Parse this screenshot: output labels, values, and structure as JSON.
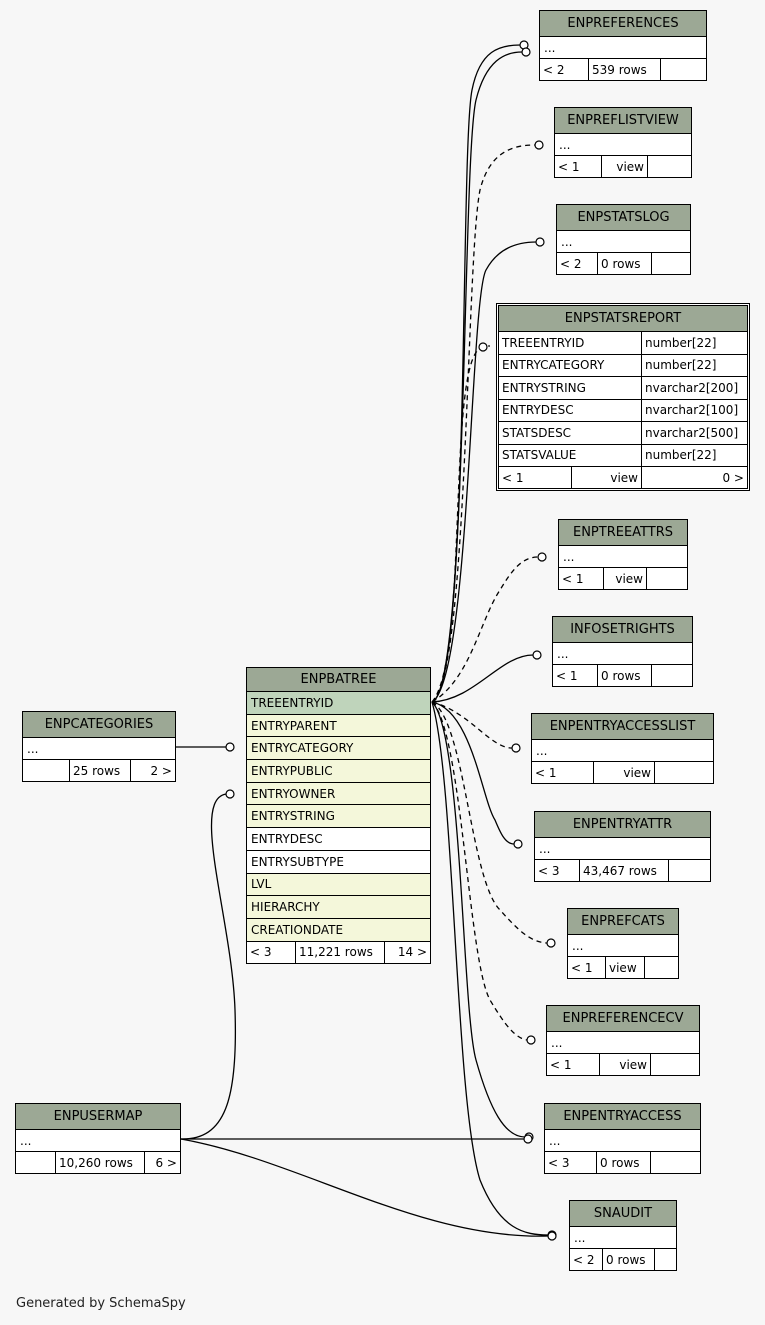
{
  "tables": {
    "enpreferences": {
      "name": "ENPREFERENCES",
      "placeholder": "...",
      "footer": [
        "< 2",
        "539 rows",
        ""
      ]
    },
    "enpreflistview": {
      "name": "ENPREFLISTVIEW",
      "placeholder": "...",
      "footer": [
        "< 1",
        "view",
        ""
      ]
    },
    "enpstatslog": {
      "name": "ENPSTATSLOG",
      "placeholder": "...",
      "footer": [
        "< 2",
        "0 rows",
        ""
      ]
    },
    "enpstatsreport": {
      "name": "ENPSTATSREPORT",
      "columns": [
        {
          "name": "TREEENTRYID",
          "type": "number[22]"
        },
        {
          "name": "ENTRYCATEGORY",
          "type": "number[22]"
        },
        {
          "name": "ENTRYSTRING",
          "type": "nvarchar2[200]"
        },
        {
          "name": "ENTRYDESC",
          "type": "nvarchar2[100]"
        },
        {
          "name": "STATSDESC",
          "type": "nvarchar2[500]"
        },
        {
          "name": "STATSVALUE",
          "type": "number[22]"
        }
      ],
      "footer": [
        "< 1",
        "view",
        "0 >"
      ]
    },
    "enptreeattrs": {
      "name": "ENPTREEATTRS",
      "placeholder": "...",
      "footer": [
        "< 1",
        "view",
        ""
      ]
    },
    "infosetrights": {
      "name": "INFOSETRIGHTS",
      "placeholder": "...",
      "footer": [
        "< 1",
        "0 rows",
        ""
      ]
    },
    "enpentryaccesslist": {
      "name": "ENPENTRYACCESSLIST",
      "placeholder": "...",
      "footer": [
        "< 1",
        "view",
        ""
      ]
    },
    "enpentryattr": {
      "name": "ENPENTRYATTR",
      "placeholder": "...",
      "footer": [
        "< 3",
        "43,467 rows",
        ""
      ]
    },
    "enprefcats": {
      "name": "ENPREFCATS",
      "placeholder": "...",
      "footer": [
        "< 1",
        "view",
        ""
      ]
    },
    "enpreferencecv": {
      "name": "ENPREFERENCECV",
      "placeholder": "...",
      "footer": [
        "< 1",
        "view",
        ""
      ]
    },
    "enpentryaccess": {
      "name": "ENPENTRYACCESS",
      "placeholder": "...",
      "footer": [
        "< 3",
        "0 rows",
        ""
      ]
    },
    "snaudit": {
      "name": "SNAUDIT",
      "placeholder": "...",
      "footer": [
        "< 2",
        "0 rows",
        ""
      ]
    },
    "enpbatree": {
      "name": "ENPBATREE",
      "columns": [
        "TREEENTRYID",
        "ENTRYPARENT",
        "ENTRYCATEGORY",
        "ENTRYPUBLIC",
        "ENTRYOWNER",
        "ENTRYSTRING",
        "ENTRYDESC",
        "ENTRYSUBTYPE",
        "LVL",
        "HIERARCHY",
        "CREATIONDATE"
      ],
      "footer": [
        "< 3",
        "11,221 rows",
        "14 >"
      ]
    },
    "enpcategories": {
      "name": "ENPCATEGORIES",
      "placeholder": "...",
      "footer": [
        "",
        "25 rows",
        "2 >"
      ]
    },
    "enpusermap": {
      "name": "ENPUSERMAP",
      "placeholder": "...",
      "footer": [
        "",
        "10,260 rows",
        "6 >"
      ]
    }
  },
  "relationships": [
    {
      "from": "enpbatree.TREEENTRYID",
      "to": "enpreferences",
      "style": "solid"
    },
    {
      "from": "enpbatree.TREEENTRYID",
      "to": "enpreferences",
      "style": "solid"
    },
    {
      "from": "enpbatree.TREEENTRYID",
      "to": "enpreflistview",
      "style": "dashed"
    },
    {
      "from": "enpbatree.TREEENTRYID",
      "to": "enpstatslog",
      "style": "solid"
    },
    {
      "from": "enpbatree.TREEENTRYID",
      "to": "enpstatsreport",
      "style": "dashed"
    },
    {
      "from": "enpbatree.TREEENTRYID",
      "to": "enptreeattrs",
      "style": "dashed"
    },
    {
      "from": "enpbatree.TREEENTRYID",
      "to": "infosetrights",
      "style": "solid"
    },
    {
      "from": "enpbatree.TREEENTRYID",
      "to": "enpentryaccesslist",
      "style": "dashed"
    },
    {
      "from": "enpbatree.TREEENTRYID",
      "to": "enpentryattr",
      "style": "solid"
    },
    {
      "from": "enpbatree.TREEENTRYID",
      "to": "enprefcats",
      "style": "dashed"
    },
    {
      "from": "enpbatree.TREEENTRYID",
      "to": "enpreferencecv",
      "style": "dashed"
    },
    {
      "from": "enpbatree.TREEENTRYID",
      "to": "enpentryaccess",
      "style": "solid"
    },
    {
      "from": "enpbatree.TREEENTRYID",
      "to": "snaudit",
      "style": "solid"
    },
    {
      "from": "enpcategories",
      "to": "enpbatree.ENTRYCATEGORY",
      "style": "solid"
    },
    {
      "from": "enpusermap",
      "to": "enpbatree.ENTRYOWNER",
      "style": "solid"
    },
    {
      "from": "enpusermap",
      "to": "enpentryaccess",
      "style": "solid"
    },
    {
      "from": "enpusermap",
      "to": "snaudit",
      "style": "solid"
    }
  ],
  "footer_note": "Generated by SchemaSpy",
  "colors": {
    "header": "#9ca895",
    "primary_key": "#bfd4bb",
    "foreign_key": "#f4f7da",
    "background": "#f7f7f7"
  }
}
